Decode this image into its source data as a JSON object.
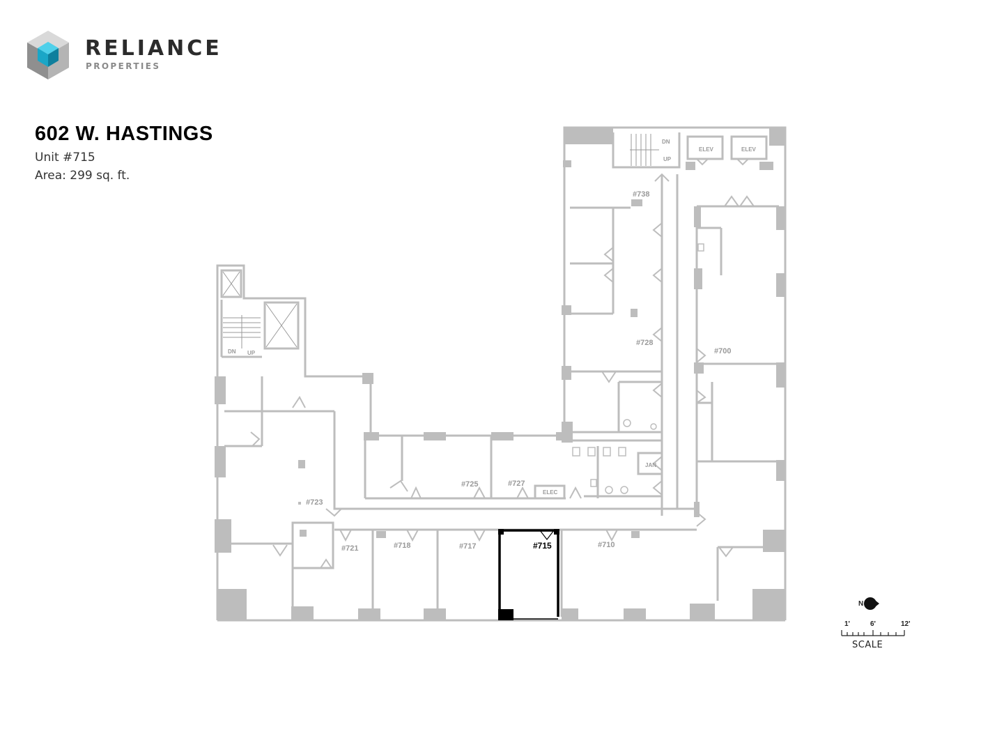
{
  "brand": {
    "name": "RELIANCE",
    "subtitle": "PROPERTIES"
  },
  "building": {
    "title": "602 W. HASTINGS",
    "unit_line": "Unit #715",
    "area_line": "Area: 299 sq. ft."
  },
  "floorplan": {
    "highlighted_unit": "#715",
    "rooms": {
      "r700": "#700",
      "r710": "#710",
      "r715": "#715",
      "r717": "#717",
      "r718": "#718",
      "r721": "#721",
      "r723": "#723",
      "r725": "#725",
      "r727": "#727",
      "r728": "#728",
      "r738": "#738"
    },
    "labels": {
      "elev": "ELEV",
      "elec": "ELEC",
      "jan": "JAN",
      "dn": "DN",
      "up": "UP"
    }
  },
  "scale": {
    "label": "SCALE",
    "ticks": [
      "1'",
      "6'",
      "12'"
    ],
    "north": "N"
  },
  "colors": {
    "wall": "#bdbdbd",
    "highlight": "#000000",
    "text_dark": "#2b2b2b",
    "logo_cyan": "#1aa6c7"
  }
}
